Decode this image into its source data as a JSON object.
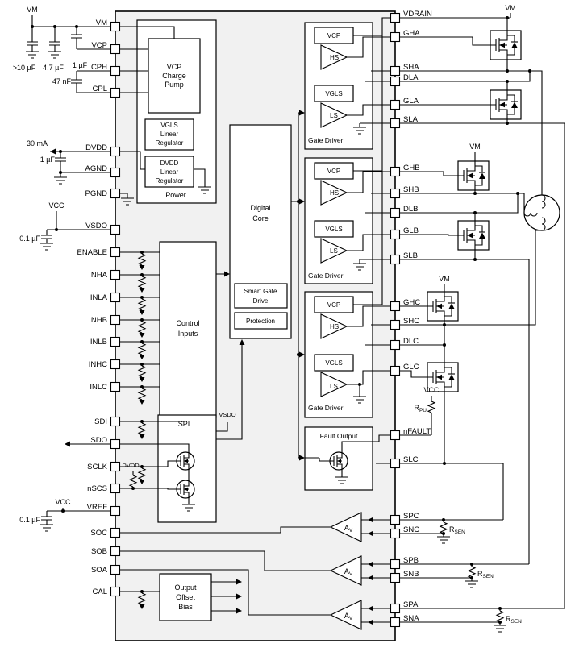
{
  "colors": {
    "chip_fill": "#f1f1f1",
    "line": "#000000",
    "background": "#ffffff"
  },
  "pins": {
    "left": [
      "VM",
      "VCP",
      "CPH",
      "CPL",
      "DVDD",
      "AGND",
      "PGND",
      "VSDO",
      "ENABLE",
      "INHA",
      "INLA",
      "INHB",
      "INLB",
      "INHC",
      "INLC",
      "SDI",
      "SDO",
      "SCLK",
      "nSCS",
      "VREF",
      "SOC",
      "SOB",
      "SOA",
      "CAL"
    ],
    "right": [
      "VDRAIN",
      "GHA",
      "SHA",
      "DLA",
      "GLA",
      "SLA",
      "GHB",
      "SHB",
      "DLB",
      "GLB",
      "SLB",
      "GHC",
      "SHC",
      "DLC",
      "GLC",
      "nFAULT",
      "SLC",
      "SPC",
      "SNC",
      "SPB",
      "SNB",
      "SPA",
      "SNA"
    ]
  },
  "blocks": {
    "power": "Power",
    "vcp_charge_pump": [
      "VCP",
      "Charge",
      "Pump"
    ],
    "vgls_regulator": [
      "VGLS",
      "Linear",
      "Regulator"
    ],
    "dvdd_regulator": [
      "DVDD",
      "Linear",
      "Regulator"
    ],
    "control_inputs": [
      "Control",
      "Inputs"
    ],
    "digital_core": [
      "Digital",
      "Core"
    ],
    "smart_gate_drive": [
      "Smart Gate",
      "Drive"
    ],
    "protection": "Protection",
    "spi": "SPI",
    "output_offset_bias": [
      "Output",
      "Offset",
      "Bias"
    ],
    "gate_driver": "Gate Driver",
    "vcp": "VCP",
    "vgls": "VGLS",
    "hs": "HS",
    "ls": "LS",
    "fault_output": "Fault Output"
  },
  "nets": {
    "vm": "VM",
    "vcc": "VCC",
    "vsdo": "VSDO",
    "dvdd": "DVDD"
  },
  "values": {
    "bulk_cap": ">10 µF",
    "cap_4u7": "4.7 µF",
    "cap_1u_vcp": "1 µF",
    "cap_47n": "47 nF",
    "dvdd_current": "30 mA",
    "cap_1u_dvdd": "1 µF",
    "cap_vsdo": "0.1 µF",
    "cap_vref": "0.1 µF"
  },
  "refs": {
    "r": "R",
    "pu": "PU",
    "sen": "SEN",
    "a": "A",
    "v": "V"
  }
}
